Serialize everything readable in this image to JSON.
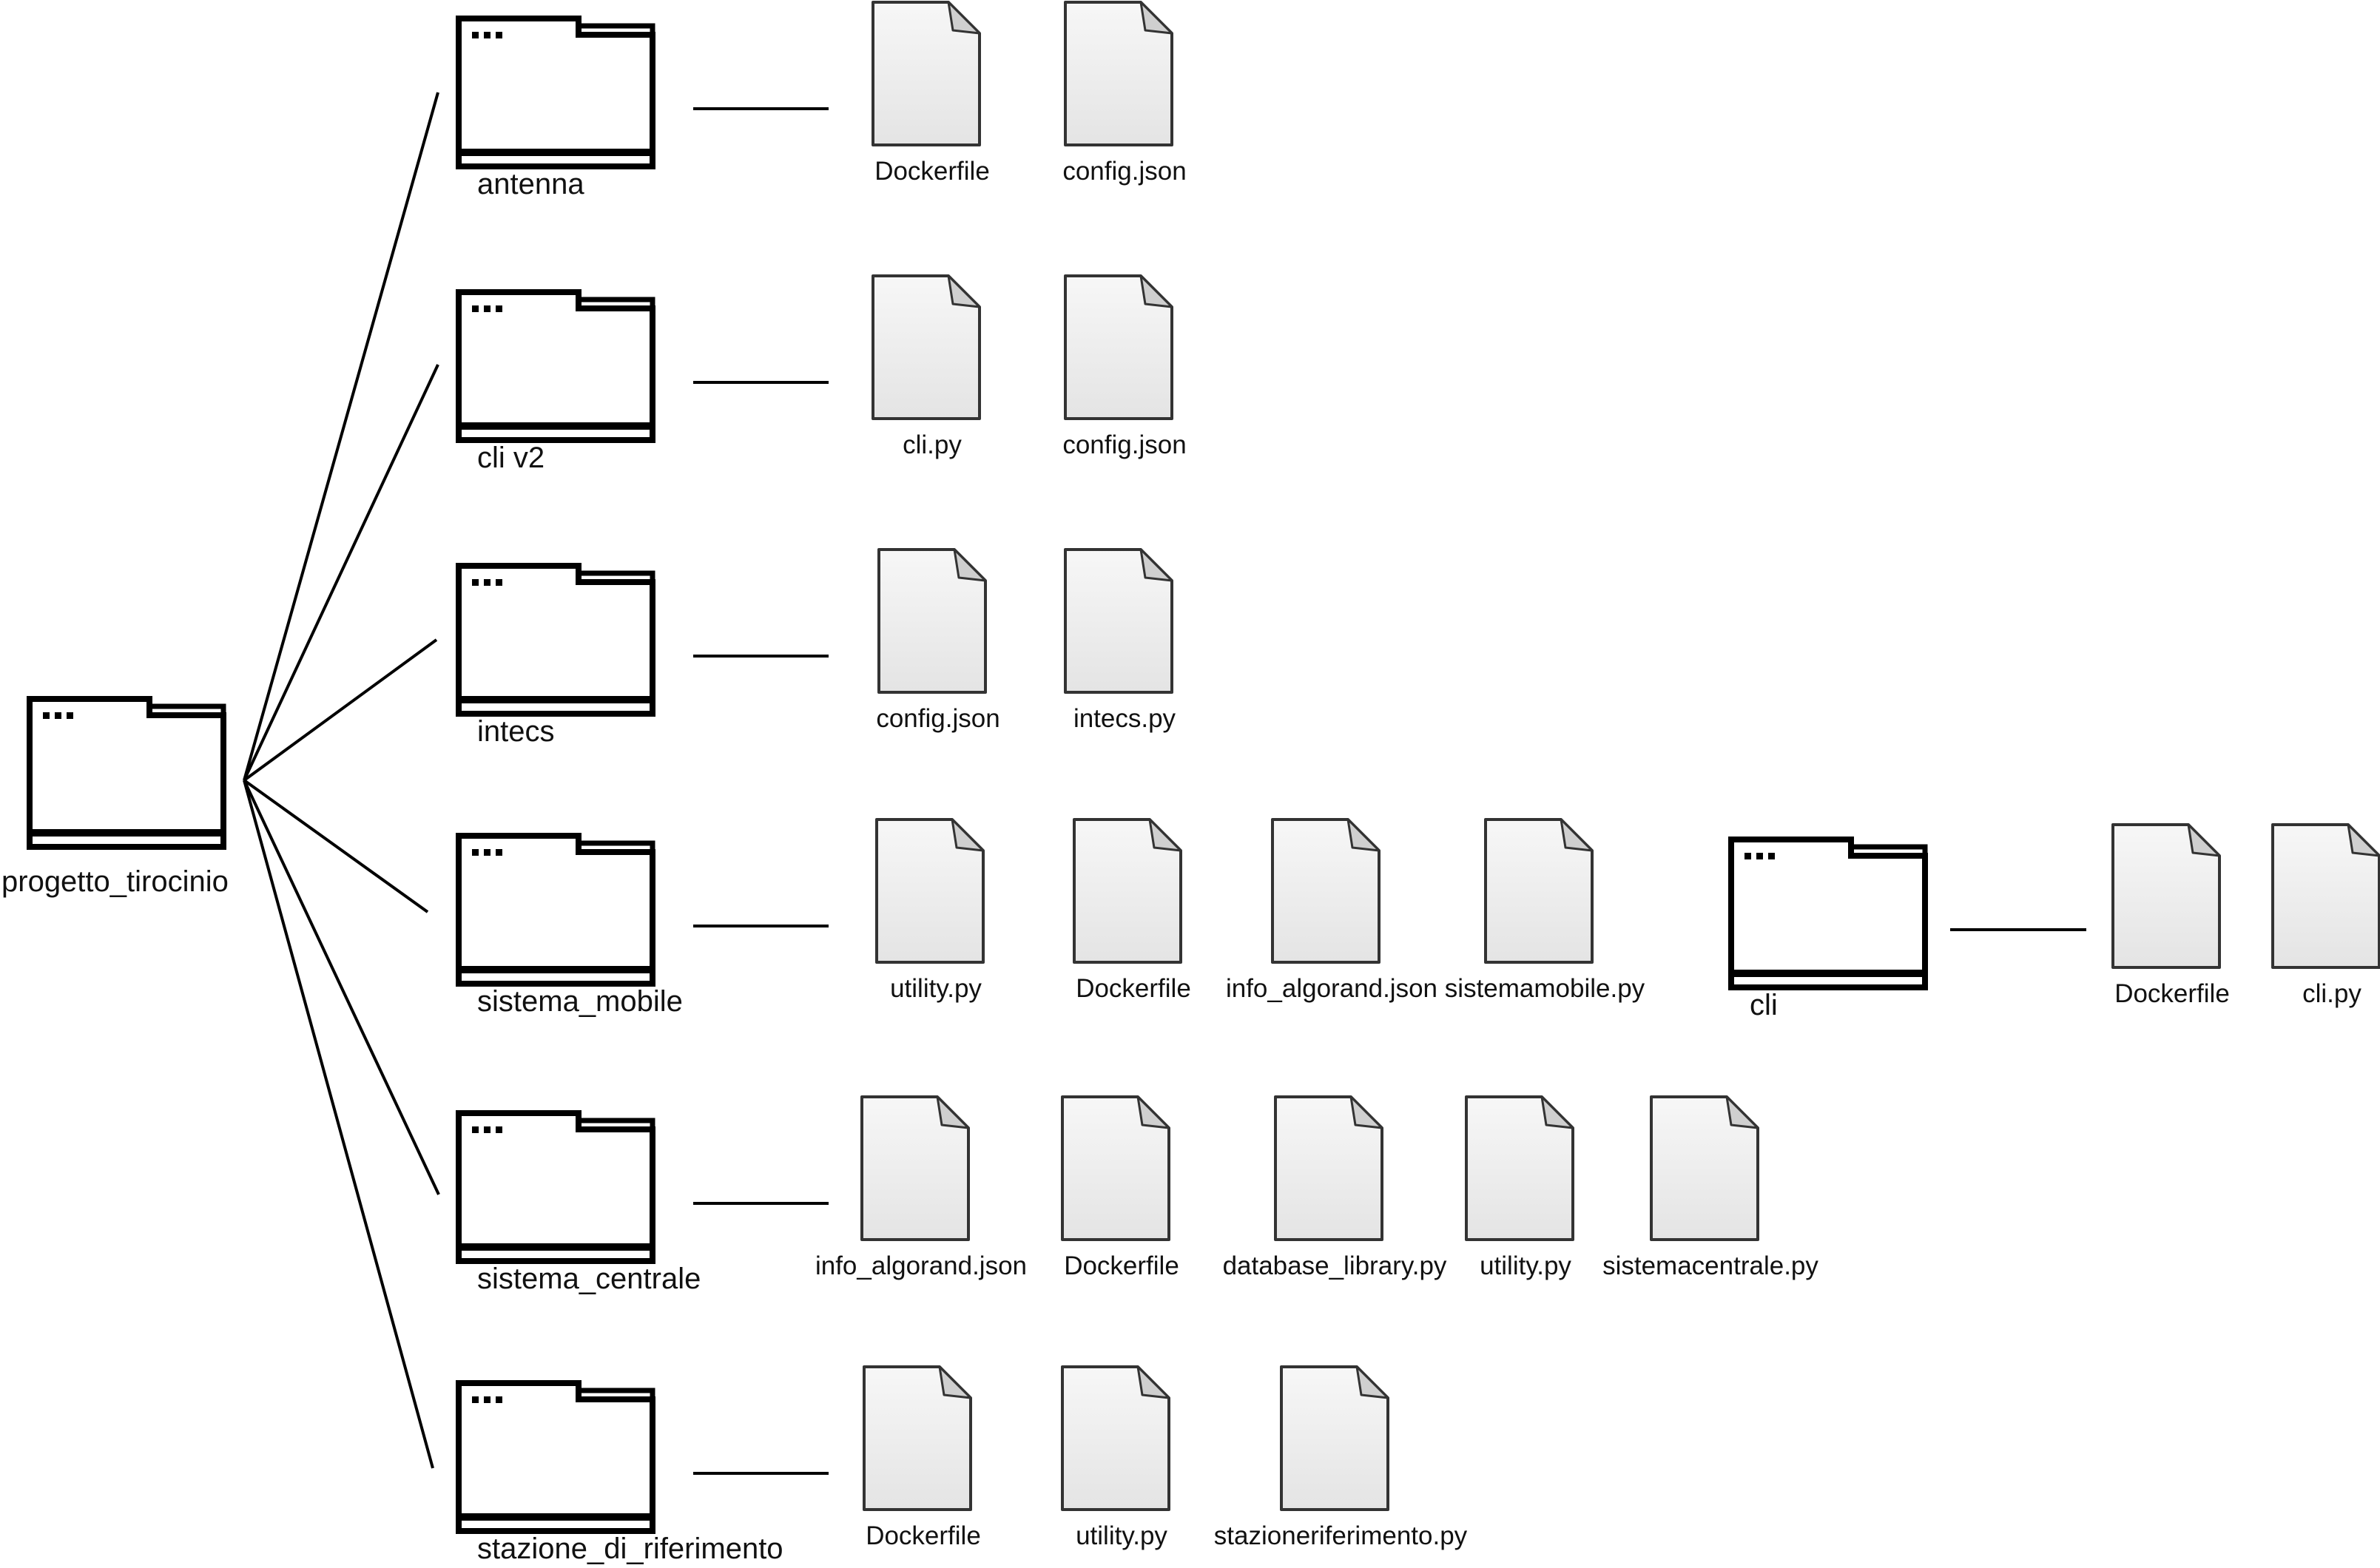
{
  "colors": {
    "line": "#000000",
    "folder_stroke": "#000000",
    "folder_fill": "#ffffff",
    "file_fill_top": "#f7f7f7",
    "file_fill_bottom": "#e4e4e4",
    "file_stroke": "#333333",
    "text": "#111111"
  },
  "root": {
    "name": "progetto_tirocinio",
    "icon": "folder-icon"
  },
  "folders": [
    {
      "name": "antenna",
      "icon": "folder-icon",
      "files": [
        "Dockerfile",
        "config.json"
      ]
    },
    {
      "name": "cli v2",
      "icon": "folder-icon",
      "files": [
        "cli.py",
        "config.json"
      ]
    },
    {
      "name": "intecs",
      "icon": "folder-icon",
      "files": [
        "config.json",
        "intecs.py"
      ]
    },
    {
      "name": "sistema_mobile",
      "icon": "folder-icon",
      "files": [
        "utility.py",
        "Dockerfile",
        "info_algorand.json",
        "sistemamobile.py"
      ],
      "subfolders": [
        {
          "name": "cli",
          "icon": "folder-icon",
          "files": [
            "Dockerfile",
            "cli.py"
          ]
        }
      ]
    },
    {
      "name": "sistema_centrale",
      "icon": "folder-icon",
      "files": [
        "info_algorand.json",
        "Dockerfile",
        "database_library.py",
        "utility.py",
        "sistemacentrale.py"
      ]
    },
    {
      "name": "stazione_di_riferimento",
      "icon": "folder-icon",
      "files": [
        "Dockerfile",
        "utility.py",
        "stazioneriferimento.py"
      ]
    }
  ]
}
